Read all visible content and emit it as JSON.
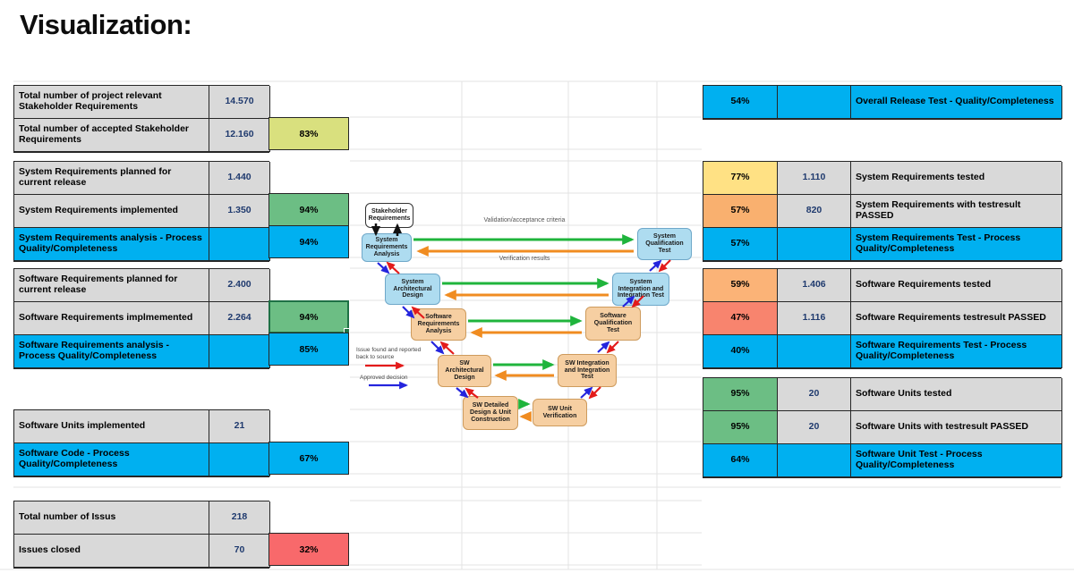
{
  "title": "Visualization:",
  "left_table": {
    "rows": [
      {
        "label": "Total number of project relevant Stakeholder Requirements",
        "value": "14.570",
        "pct": ""
      },
      {
        "label": "Total number of accepted Stakeholder Requirements",
        "value": "12.160",
        "pct": "83%"
      },
      {
        "label": "System Requirements planned for current release",
        "value": "1.440",
        "pct": ""
      },
      {
        "label": "System Requirements implemented",
        "value": "1.350",
        "pct": "94%"
      },
      {
        "label": "System Requirements analysis - Process Quality/Completeness",
        "value": "",
        "pct": "94%"
      },
      {
        "label": "Software Requirements planned for current release",
        "value": "2.400",
        "pct": ""
      },
      {
        "label": "Software Requirements implmemented",
        "value": "2.264",
        "pct": "94%"
      },
      {
        "label": "Software Requirements analysis - Process Quality/Completeness",
        "value": "",
        "pct": "85%"
      },
      {
        "label": "Software Units implemented",
        "value": "21",
        "pct": ""
      },
      {
        "label": "Software Code - Process Quality/Completeness",
        "value": "",
        "pct": "67%"
      },
      {
        "label": "Total number of Issus",
        "value": "218",
        "pct": ""
      },
      {
        "label": "Issues closed",
        "value": "70",
        "pct": "32%"
      }
    ]
  },
  "right_table": {
    "rows": [
      {
        "pct": "54%",
        "value": "",
        "label": "Overall Release Test - Quality/Completeness"
      },
      {
        "pct": "77%",
        "value": "1.110",
        "label": "System Requirements tested"
      },
      {
        "pct": "57%",
        "value": "820",
        "label": "System Requirements with testresult PASSED"
      },
      {
        "pct": "57%",
        "value": "",
        "label": "System Requirements Test - Process Quality/Completeness"
      },
      {
        "pct": "59%",
        "value": "1.406",
        "label": "Software Requirements tested"
      },
      {
        "pct": "47%",
        "value": "1.116",
        "label": "Software Requirements testresult PASSED"
      },
      {
        "pct": "40%",
        "value": "",
        "label": "Software Requirements Test - Process Quality/Completeness"
      },
      {
        "pct": "95%",
        "value": "20",
        "label": "Software Units tested"
      },
      {
        "pct": "95%",
        "value": "20",
        "label": "Software Units with testresult PASSED"
      },
      {
        "pct": "64%",
        "value": "",
        "label": "Software Unit Test - Process Quality/Completeness"
      }
    ]
  },
  "diagram": {
    "boxes": {
      "stakeholder": "Stakeholder Requirements",
      "sys_req_analysis": "System Requirements Analysis",
      "sys_qual_test": "System Qualification Test",
      "sys_arch_design": "System Architectural Design",
      "sys_int_test": "System Integration and Integration Test",
      "sw_req_analysis": "Software Requirements Analysis",
      "sw_qual_test": "Software Qualification Test",
      "sw_arch_design": "SW Architectural Design",
      "sw_int_test": "SW Integration and Integration Test",
      "sw_detailed": "SW Detailed Design & Unit Construction",
      "sw_unit_verif": "SW Unit Verification"
    },
    "labels": {
      "validation_criteria": "Validation/acceptance criteria",
      "verification_results": "Verification results",
      "legend_issue": "Issue found and reported back to source",
      "legend_approved": "Approved decision"
    }
  },
  "colors": {
    "status_blue": "#00B0F0",
    "cell_gray": "#D9D9D9",
    "green": "#6CBE84",
    "yellow_green": "#D9E07E",
    "yellow": "#FFE184",
    "orange": "#F9B06F",
    "salmon": "#F8846E",
    "red": "#F8696B",
    "value_text": "#1F3A6E",
    "box_blue": "#AEDCF0",
    "box_tan": "#F6CFA2",
    "arrow_green": "#1FB43C",
    "arrow_orange": "#F08C21",
    "arrow_red": "#E31B1B",
    "arrow_blue": "#2424DD",
    "selection_green": "#1E7145"
  }
}
